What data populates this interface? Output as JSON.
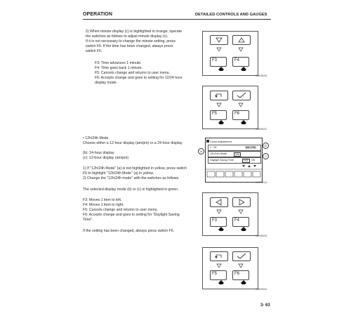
{
  "header": {
    "left": "OPERATION",
    "right": "DETAILED CONTROLS AND GAUGES"
  },
  "section1": {
    "intro": [
      "2)  When minute display (c) is highlighted in orange, operate",
      "     the switches as follows to adjust minute display (c).",
      "     If it is not necessary to change the minute setting, press",
      "     switch F6.  If the time has been changed, always press",
      "     switch F6."
    ],
    "keys": [
      "F3:  Time advances 1 minute.",
      "F4:  Time goes back 1 minute.",
      "F5:  Cancels change and returns to user menu.",
      "F6:  Accepts change and goes to setting for 12/24 hour",
      "       display mode."
    ]
  },
  "section2": {
    "bullet": "•  12h/24h Mode",
    "lines": [
      "    Choose either a 12-hour display (am/pm) or a 24-hour display.",
      "",
      "(b): 24-hour display",
      "(c): 12-hour display (am/pm)",
      "",
      "1)  If \"12h/24h Mode\" (a) is not highlighted in yellow, press switch",
      "     F6 to highlight \"12h/24h Mode\" (a) in yellow.",
      "2)  Change the \"12h/24h mode\" with the switches as follows."
    ],
    "highlight_note": "The selected display mode (b) or (c) is highlighted in green.",
    "keys": [
      "F3:  Moves 1 item to left.",
      "F4:  Moves 1 item to right.",
      "F5:  Cancels change and returns to user menu.",
      "F6:  Accepts change and goes to setting for \"Daylight Saving",
      "       Time\"."
    ],
    "footer": "If the setting has been changed, always press switch F6."
  },
  "figures": {
    "fig1": {
      "f_left": "F3",
      "f_right": "F4",
      "code": "9JH09032"
    },
    "fig2": {
      "f_left": "F5",
      "f_right": "F6",
      "code": "9JH09037"
    },
    "fig3": {
      "title": "Clock Adjustment",
      "row1_label": "1 : 06",
      "row1_value": "AM : PM",
      "row2_label": "12h/24h Mode",
      "row2_value": "12h",
      "row3_label": "Daylight Saving Time",
      "row3_opt_a": "OFF",
      "row3_opt_b": "ON",
      "callout_a": "a",
      "callout_b": "b",
      "callout_c": "c",
      "code": "9JH09014"
    },
    "fig4": {
      "f_left": "F3",
      "f_right": "F4",
      "code": "9JH09033"
    },
    "fig5": {
      "f_left": "F5",
      "f_right": "F6",
      "code": "9JH09033"
    }
  },
  "page_number": "3- 63"
}
